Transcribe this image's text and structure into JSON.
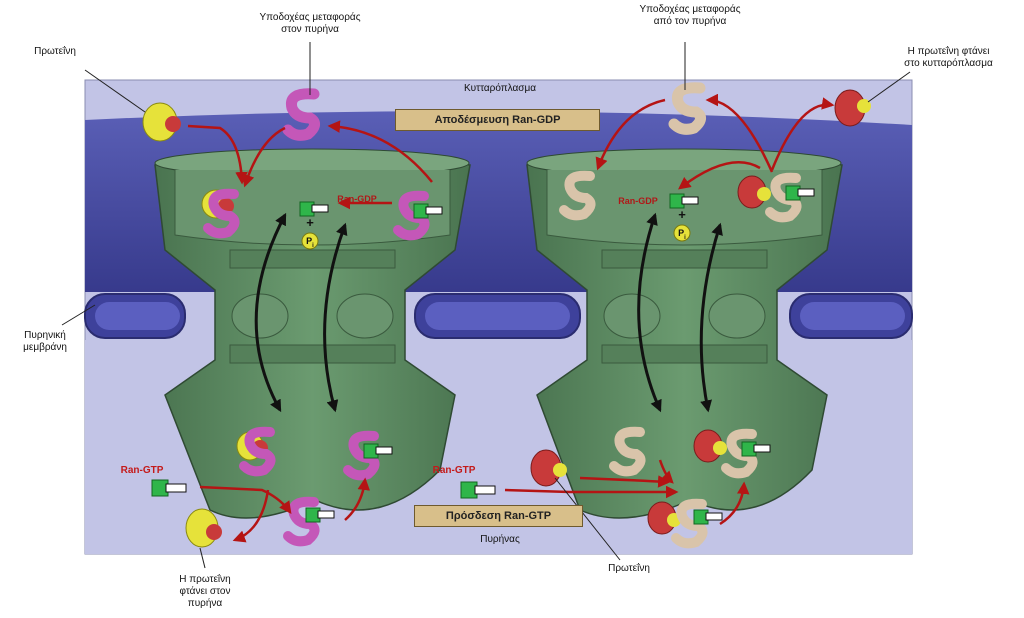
{
  "labels": {
    "protein_top_left": "Πρωτεΐνη",
    "import_receptor": "Υποδοχέας μεταφοράς\nστον πυρήνα",
    "export_receptor": "Υποδοχέας μεταφοράς\nαπό τον πυρήνα",
    "protein_reaches_cytoplasm": "Η πρωτεΐνη φτάνει\nστο κυτταρόπλασμα",
    "cytoplasm": "Κυτταρόπλασμα",
    "nuclear_membrane": "Πυρηνική\nμεμβράνη",
    "nucleus": "Πυρήνας",
    "protein_reaches_nucleus": "Η πρωτεΐνη\nφτάνει στον\nπυρήνα",
    "protein_bottom": "Πρωτεΐνη",
    "ran_gdp_release": "Αποδέσμευση Ran-GDP",
    "ran_gtp_binding": "Πρόσδεση Ran-GTP",
    "ran_gtp_left": "Ran-GTP",
    "ran_gtp_right": "Ran-GTP",
    "ran_gdp_left": "Ran-GDP",
    "ran_gdp_right": "Ran-GDP",
    "pi_left": "P",
    "pi_right": "P",
    "pi_sub": "i",
    "plus": "+"
  },
  "colors": {
    "cytoplasm_bg": "#c2c4e6",
    "membrane": "#4a4ea3",
    "pore": "#5d8a62",
    "import_receptor": "#c457b8",
    "export_receptor": "#d9c4aa",
    "cargo_yellow": "#e6e23a",
    "cargo_red": "#c83a3a",
    "ran": "#2fb54a",
    "arrow_red": "#b51414"
  }
}
